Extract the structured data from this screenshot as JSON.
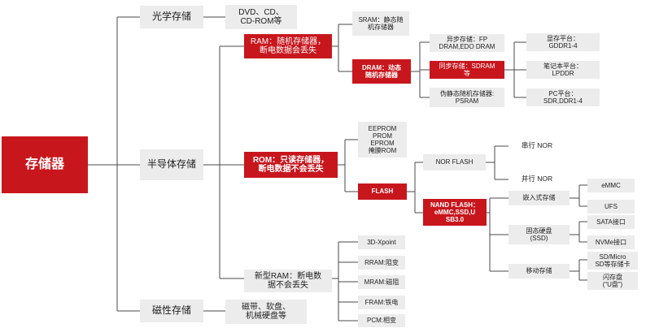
{
  "diagram": {
    "root": "存储器",
    "level1": {
      "optical": "光学存储",
      "semiconductor": "半导体存储",
      "magnetic": "磁性存储"
    },
    "optical_items": "DVD、CD、\nCD-ROM等",
    "magnetic_items": "磁带、软盘、\n机械硬盘等",
    "semi": {
      "ram": "RAM：随机存储器，\n断电数据会丢失",
      "rom": "ROM：只读存储器，\n断电数据不会丢失",
      "new_ram": "新型RAM：断电数\n据不会丢失"
    },
    "ram_children": {
      "sram": "SRAM：静态随\n机存储器",
      "dram": "DRAM：动态\n随机存储器"
    },
    "dram_children": {
      "async": "异步存储：FP\nDRAM,EDO DRAM",
      "sync": "同步存储：SDRAM\n等",
      "pseudo": "伪静态随机存储器:\nPSRAM"
    },
    "sync_children": {
      "gpu": "显存平台：\nGDDR1-4",
      "laptop": "笔记本平台：\nLPDDR",
      "pc": "PC平台：\nSDR,DDR1-4"
    },
    "rom_children": {
      "eeprom": "EEPROM\nPROM\nEPROM\n掩膜ROM",
      "flash": "FLASH"
    },
    "flash_children": {
      "nor": "NOR FLASH",
      "nand": "NAND FLASH：\neMMC,SSD,U\nSB3.0"
    },
    "nor_children": {
      "serial": "串行 NOR",
      "parallel": "并行 NOR"
    },
    "nand_children": {
      "embedded": "嵌入式存储",
      "ssd": "固态硬盘\n(SSD)",
      "mobile": "移动存储"
    },
    "embedded_children": {
      "emmc": "eMMC",
      "ufs": "UFS"
    },
    "ssd_children": {
      "sata": "SATA接口",
      "nvme": "NVMe接口"
    },
    "mobile_children": {
      "sd": "SD/Micro\nSD等存储卡",
      "udisk": "闪存盘\n(“U盘”)"
    },
    "new_ram_children": {
      "xpoint": "3D-Xpoint",
      "rram": "RRAM:阻变",
      "mram": "MRAM:磁阻",
      "fram": "FRAM:铁电",
      "pcm": "PCM:相变"
    }
  },
  "colors": {
    "accent_red": "#c8161d",
    "box_grey": "#ececec",
    "line": "#4a4a4a"
  }
}
